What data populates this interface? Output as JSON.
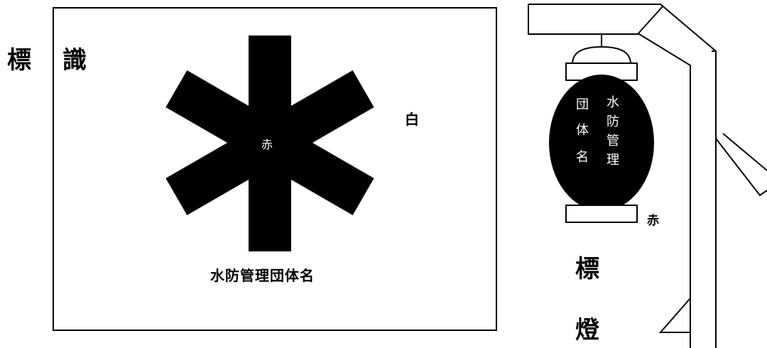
{
  "sign": {
    "title_left": "標",
    "title_right": "識",
    "center_color": "赤",
    "background_color": "白",
    "org_name": "水防管理団体名"
  },
  "lantern": {
    "col_right": [
      "水",
      "防",
      "管",
      "理"
    ],
    "col_left": [
      "団",
      "体",
      "名"
    ],
    "cap_color": "赤",
    "title_top": "標",
    "title_bottom": "燈"
  },
  "colors": {
    "symbol": "#000000",
    "background": "#ffffff",
    "lantern_text": "#ffffff"
  }
}
